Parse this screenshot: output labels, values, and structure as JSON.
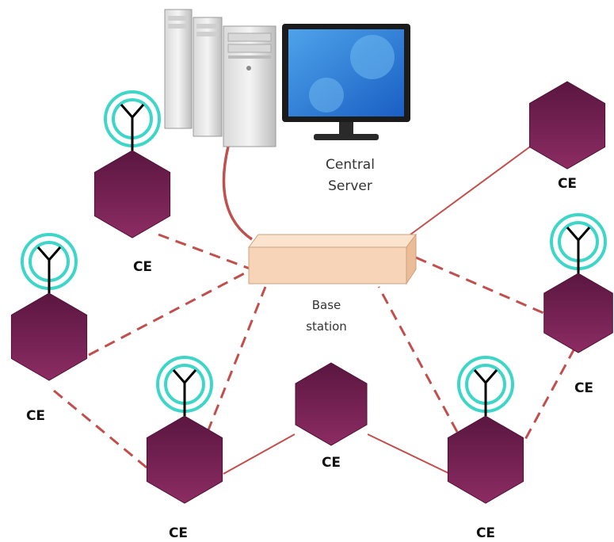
{
  "server": {
    "label_line1": "Central",
    "label_line2": "Server"
  },
  "base_station": {
    "label_line1": "Base",
    "label_line2": "station"
  },
  "nodes": [
    {
      "id": "ce-top-left",
      "label": "CE",
      "has_antenna": true
    },
    {
      "id": "ce-top-right",
      "label": "CE",
      "has_antenna": false
    },
    {
      "id": "ce-left",
      "label": "CE",
      "has_antenna": true
    },
    {
      "id": "ce-right",
      "label": "CE",
      "has_antenna": true
    },
    {
      "id": "ce-bottom-left",
      "label": "CE",
      "has_antenna": true
    },
    {
      "id": "ce-bottom-middle",
      "label": "CE",
      "has_antenna": false
    },
    {
      "id": "ce-bottom-right",
      "label": "CE",
      "has_antenna": true
    }
  ],
  "colors": {
    "node_fill": "#7a2355",
    "node_dark": "#4f1236",
    "wireless_link": "#c0504d",
    "wired_link": "#c0504d",
    "antenna_ring": "#3ed6c8",
    "base_station_fill": "#f7d4b8",
    "base_station_side": "#ecbc99"
  }
}
